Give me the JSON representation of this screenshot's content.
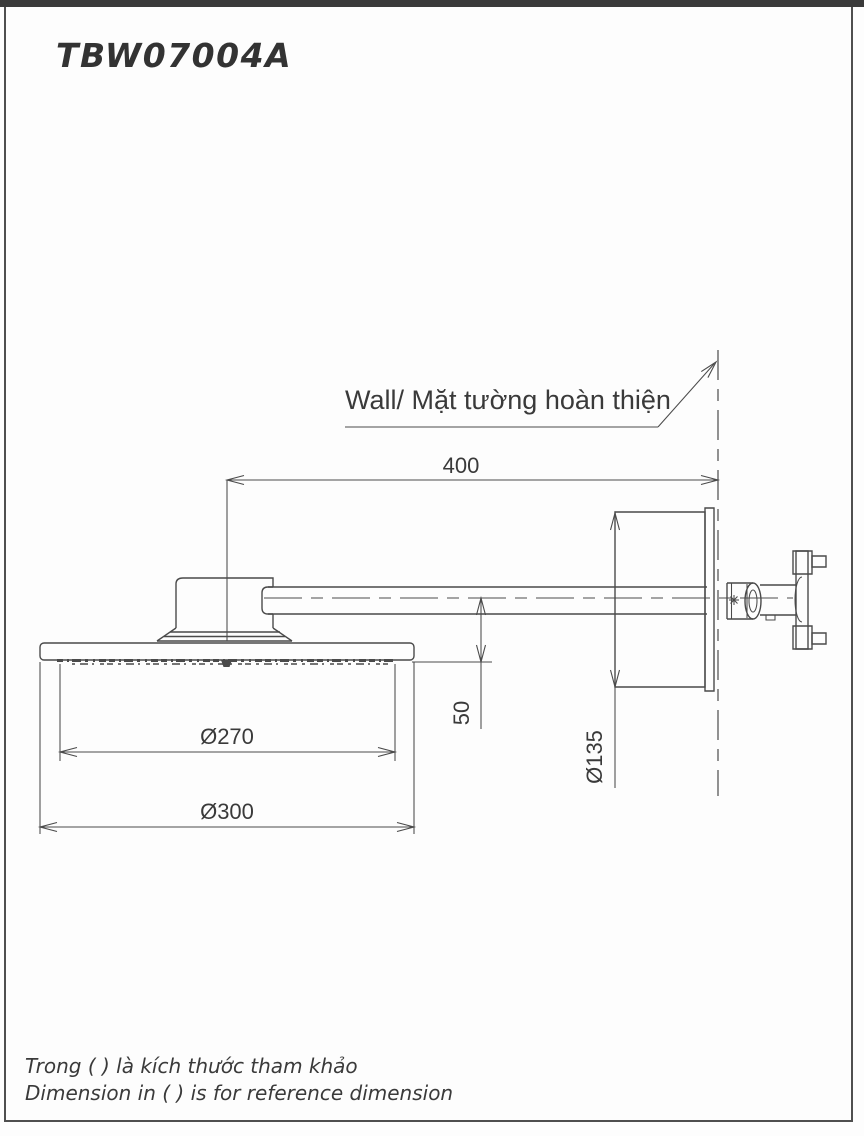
{
  "page": {
    "title": "TBW07004A",
    "footer": {
      "line1_vi": "Trong ( ) là kích thước tham khảo",
      "line2_en": "Dimension in ( ) is for reference dimension"
    }
  },
  "drawing": {
    "wall_label": "Wall/ Mặt tường hoàn thiện",
    "dimensions": {
      "arm_length": "400",
      "head_offset": "50",
      "spray_face_diameter": "Ø270",
      "head_diameter": "Ø300",
      "flange_diameter": "Ø135"
    },
    "colors": {
      "line": "#4a4a4a",
      "text": "#3a3a3a",
      "paper": "#fdfdfd",
      "top_band": "#3a3a3a"
    }
  }
}
